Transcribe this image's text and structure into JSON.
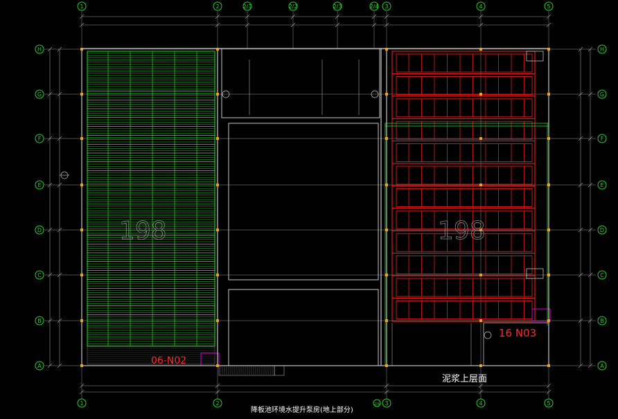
{
  "colors": {
    "background": "#000000",
    "axis": "#2bd12b",
    "wall": "#c8c8c8",
    "green_area": "#22e022",
    "red_area": "#ff2020",
    "magenta": "#d000d0",
    "dim": "#9a9a9a",
    "label": "#e8e8e8",
    "column": "#f0a020"
  },
  "grid": {
    "vertical_axes": [
      "1",
      "2",
      "3",
      "4",
      "5"
    ],
    "vertical_sub_axes": [
      "2/1",
      "2/2",
      "2/3",
      "2/4"
    ],
    "horizontal_axes": [
      "H",
      "G",
      "F",
      "E",
      "D",
      "C",
      "B",
      "A"
    ]
  },
  "zones": {
    "left_number": "198",
    "right_number": "198",
    "left_code": "06-N02",
    "right_code": "16 N03",
    "right_corner_label": "泥浆上层面"
  },
  "title": "降板池环境水提升泵房(地上部分)"
}
